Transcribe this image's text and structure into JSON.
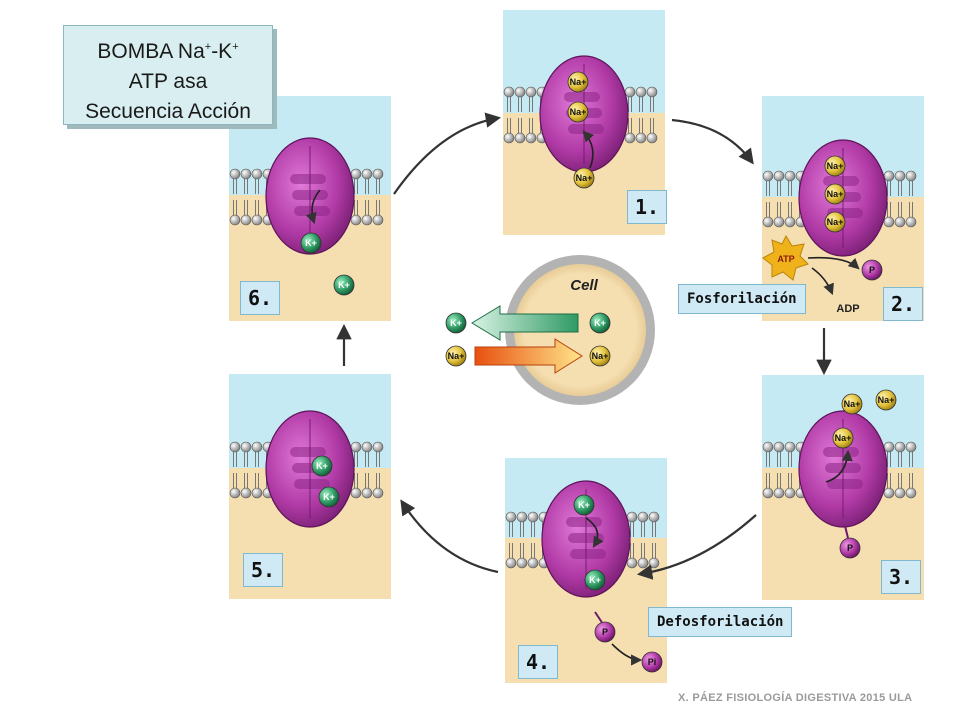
{
  "title": {
    "line1_prefix": "BOMBA Na",
    "line1_sup1": "+",
    "line1_mid": "-K",
    "line1_sup2": "+",
    "line2": "ATP asa",
    "line3": "Secuencia Acción"
  },
  "steps": [
    "1.",
    "2.",
    "3.",
    "4.",
    "5.",
    "6."
  ],
  "processes": {
    "phosphorylation": "Fosforilación",
    "dephosphorylation": "Defosforilación"
  },
  "ions": {
    "na": "Na+",
    "k": "K+",
    "atp": "ATP",
    "adp": "ADP",
    "p": "P",
    "pi": "Pi"
  },
  "cell_label": "Cell",
  "footer": "X. PÁEZ   FISIOLOGÍA DIGESTIVA 2015 ULA",
  "colors": {
    "extracellular": "#c6eaf3",
    "intracellular": "#f5deb0",
    "protein": "#b13aa6",
    "sodium": "#e3c13a",
    "potassium": "#2f9a64",
    "atp": "#f0b21a"
  }
}
